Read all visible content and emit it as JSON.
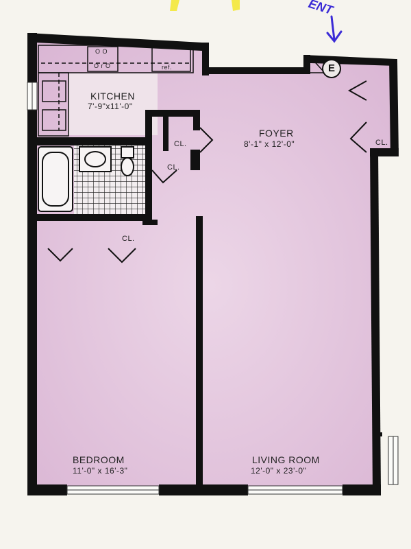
{
  "kitchen": {
    "name": "KITCHEN",
    "dims": "7'-9\"x11'-0\""
  },
  "foyer": {
    "name": "FOYER",
    "dims": "8'-1\" x 12'-0\""
  },
  "bedroom": {
    "name": "BEDROOM",
    "dims": "11'-0\" x 16'-3\""
  },
  "living": {
    "name": "LIVING ROOM",
    "dims": "12'-0\" x 23'-0\""
  },
  "closets": {
    "label": "CL."
  },
  "appliances": {
    "ref": "ref.",
    "stove_row1": "O  O",
    "stove_row2": "O r O"
  },
  "entrance": {
    "handwritten": "ENT",
    "badge": "E"
  },
  "colors": {
    "wall": "#111111",
    "floor": "#e3c6dd",
    "ink_blue": "#3b2bd6",
    "highlighter": "#f4e94a"
  }
}
